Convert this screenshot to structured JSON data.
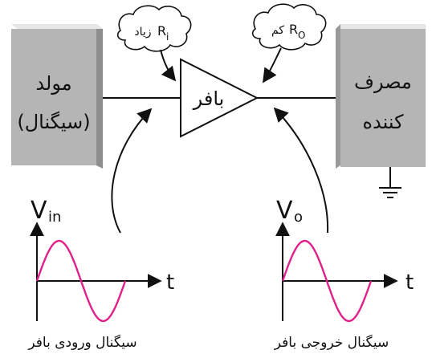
{
  "blocks": {
    "generator": {
      "line1": "مولد",
      "line2": "(سیگنال)"
    },
    "buffer": {
      "label": "بافر"
    },
    "load": {
      "line1": "مصرف",
      "line2": "کننده"
    }
  },
  "clouds": {
    "input": {
      "word": "زیاد",
      "symbol": "R",
      "sub": "i"
    },
    "output": {
      "word": "کم",
      "symbol": "R",
      "sub": "O"
    }
  },
  "graphs": {
    "input": {
      "v_symbol": "V",
      "v_sub": "in",
      "t_label": "t",
      "caption": "سیگنال ورودی بافر"
    },
    "output": {
      "v_symbol": "V",
      "v_sub": "o",
      "t_label": "t",
      "caption": "سیگنال خروجی بافر"
    }
  },
  "colors": {
    "block_fill": "#b5b5b5",
    "block_edge": "#e2e2e2",
    "sine": "#e0218a",
    "line": "#111111"
  },
  "icons": [
    "ground-icon",
    "cloud-icon",
    "arrow-icon"
  ]
}
